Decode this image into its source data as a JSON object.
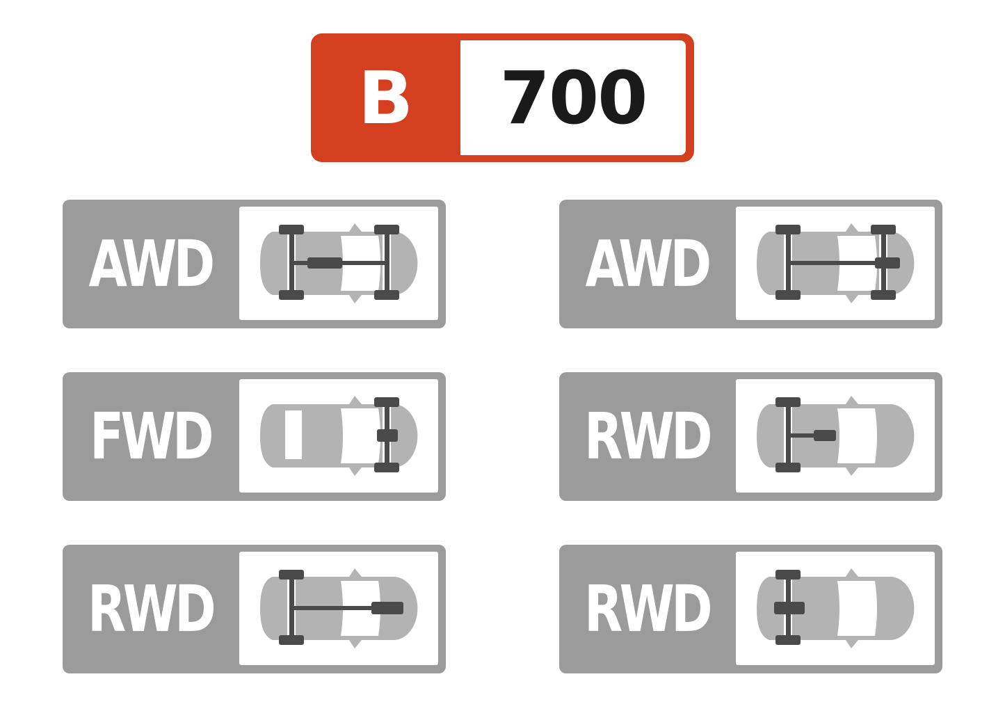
{
  "header_badge": {
    "letter": "B",
    "number": "700",
    "color": "#d4401f"
  },
  "badges": [
    {
      "label": "AWD",
      "drive": "awd-center"
    },
    {
      "label": "AWD",
      "drive": "awd-front"
    },
    {
      "label": "FWD",
      "drive": "fwd"
    },
    {
      "label": "RWD",
      "drive": "rwd-short"
    },
    {
      "label": "RWD",
      "drive": "rwd-long"
    },
    {
      "label": "RWD",
      "drive": "rwd-compact"
    }
  ],
  "colors": {
    "badge": "#9b9b9b",
    "body": "#b3b3b3",
    "axle": "#4a4a4a"
  }
}
